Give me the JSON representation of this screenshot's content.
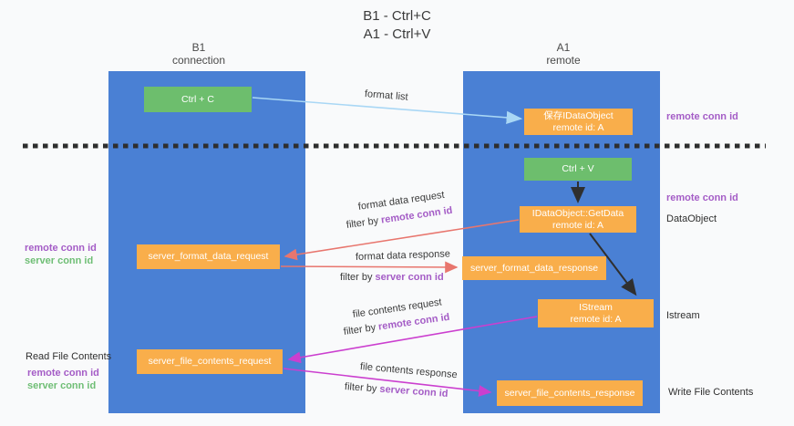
{
  "title": {
    "line1": "B1 - Ctrl+C",
    "line2": "A1 - Ctrl+V"
  },
  "lanes": {
    "left": {
      "name": "B1",
      "subtitle": "connection"
    },
    "right": {
      "name": "A1",
      "subtitle": "remote"
    }
  },
  "nodes": {
    "ctrl_c": {
      "label": "Ctrl + C"
    },
    "ctrl_v": {
      "label": "Ctrl + V"
    },
    "save_idataobject": {
      "line1": "保存IDataObject",
      "line2": "remote id: A"
    },
    "getdata": {
      "line1": "IDataObject::GetData",
      "line2": "remote id: A"
    },
    "istream": {
      "line1": "IStream",
      "line2": "remote id: A"
    },
    "format_request": {
      "label": "server_format_data_request"
    },
    "format_response": {
      "label": "server_format_data_response"
    },
    "file_request": {
      "label": "server_file_contents_request"
    },
    "file_response": {
      "label": "server_file_contents_response"
    }
  },
  "captions": {
    "format_list": "format list",
    "format_data_request": {
      "text": "format data request",
      "filter_prefix": "filter by ",
      "conn": "remote conn id"
    },
    "format_data_response": {
      "text": "format data response",
      "filter_prefix": "filter by ",
      "conn": "server conn id"
    },
    "file_contents_request": {
      "text": "file contents request",
      "filter_prefix": "filter by ",
      "conn": "remote conn id"
    },
    "file_contents_response": {
      "text": "file contents response",
      "filter_prefix": "filter by ",
      "conn": "server conn id"
    }
  },
  "side_labels": {
    "right_remote_conn_id_top": "remote conn id",
    "right_remote_conn_id_mid": "remote conn id",
    "dataobject": "DataObject",
    "istream": "Istream",
    "write_file_contents": "Write File Contents",
    "left_remote_conn_id_top": "remote conn id",
    "left_server_conn_id_top": "server conn id",
    "read_file_contents": "Read File Contents",
    "left_remote_conn_id_bottom": "remote conn id",
    "left_server_conn_id_bottom": "server conn id"
  },
  "colors": {
    "lane_blue": "#4a80d4",
    "node_green": "#6dbe6d",
    "node_orange": "#f9ae4b",
    "purple_text": "#a45cc6",
    "green_text": "#6fbe75",
    "salmon_arrow": "#e8766e",
    "magenta_arrow": "#cb3fcf",
    "light_blue_arrow": "#a9d7f5",
    "black_arrow": "#2f2f2f"
  }
}
